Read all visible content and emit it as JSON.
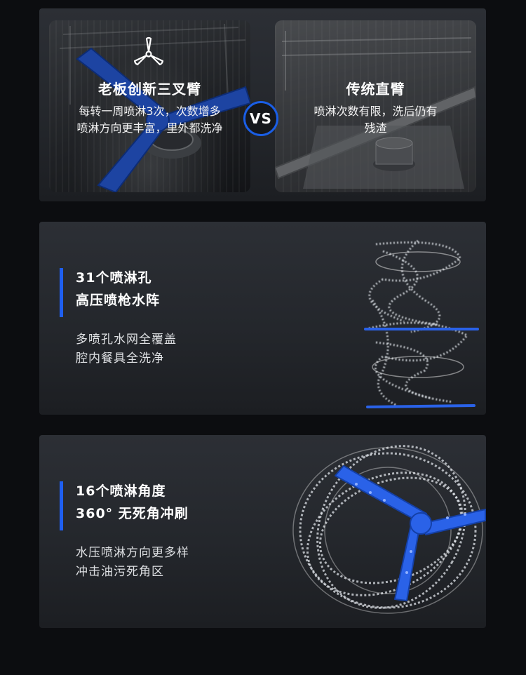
{
  "compare": {
    "left": {
      "title": "老板创新三叉臂",
      "desc_line1": "每转一周喷淋3次，次数增多",
      "desc_line2": "喷淋方向更丰富，里外都洗净"
    },
    "vs_label": "VS",
    "right": {
      "title": "传统直臂",
      "desc_line1": "喷淋次数有限，洗后仍有",
      "desc_line2": "残渣"
    }
  },
  "feature1": {
    "head_line1": "31个喷淋孔",
    "head_line2": "高压喷枪水阵",
    "sub_line1": "多喷孔水网全覆盖",
    "sub_line2": "腔内餐具全洗净"
  },
  "feature2": {
    "head_line1": "16个喷淋角度",
    "head_line2": "360° 无死角冲刷",
    "sub_line1": "水压喷淋方向更多样",
    "sub_line2": "冲击油污死角区"
  },
  "colors": {
    "accent_blue": "#1f5ff0",
    "arm_blue": "#2a62e8",
    "card_bg": "#2a2d33",
    "page_bg": "#0c0d10"
  },
  "icons": [
    "fan-icon"
  ]
}
